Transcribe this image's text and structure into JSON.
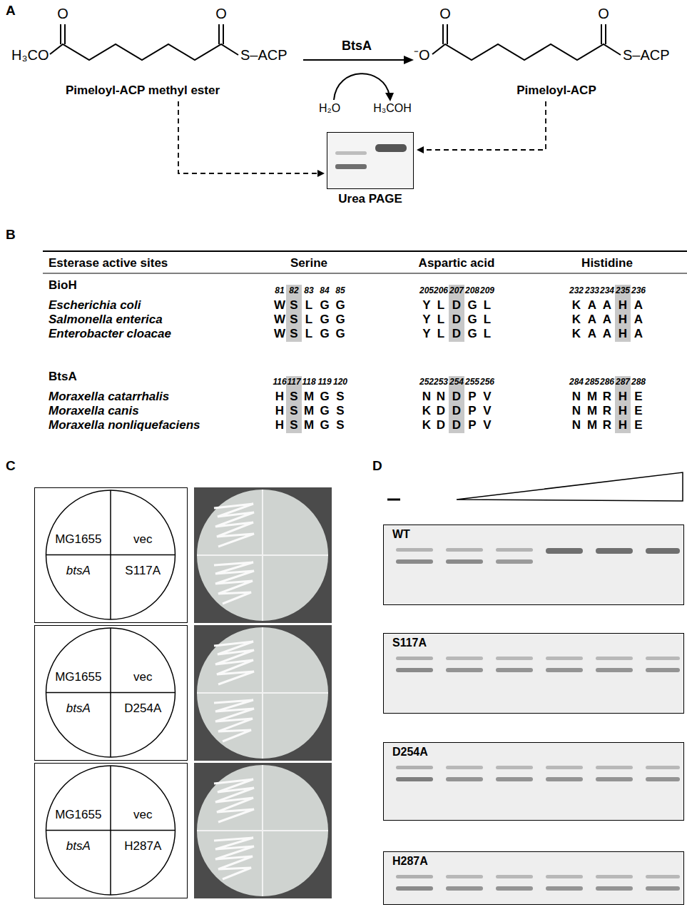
{
  "diagram": {
    "nodes": [
      {
        "text": [
          "Urea PAGE"
        ]
      },
      {
        "text": [
          "MG1655",
          "vec",
          "btsA",
          "S117A"
        ]
      },
      {
        "text": [
          "MG1655",
          "vec",
          "btsA",
          "D254A"
        ]
      },
      {
        "text": [
          "MG1655",
          "vec",
          "btsA",
          "H287A"
        ]
      },
      {
        "text": [
          "WT"
        ]
      },
      {
        "text": [
          "S117A"
        ]
      },
      {
        "text": [
          "D254A"
        ]
      },
      {
        "text": [
          "H287A"
        ]
      }
    ],
    "labels": [
      "A",
      "B",
      "C",
      "D",
      "O",
      "O",
      "H₃CO",
      "S–ACP",
      "BtsA",
      "H₂O",
      "H₃COH",
      "O",
      "O",
      "⁻O",
      "S–ACP",
      "Pimeloyl-ACP methyl ester",
      "Pimeloyl-ACP",
      "Esterase active sites",
      "Serine",
      "Aspartic acid",
      "Histidine",
      "BioH",
      "81",
      "82",
      "83",
      "84",
      "85",
      "205",
      "206",
      "207",
      "208",
      "209",
      "232",
      "233",
      "234",
      "235",
      "236",
      "Escherichia coli",
      "W",
      "S",
      "L",
      "G",
      "G",
      "Y",
      "L",
      "D",
      "G",
      "L",
      "K",
      "A",
      "A",
      "H",
      "A",
      "Salmonella enterica",
      "W",
      "S",
      "L",
      "G",
      "G",
      "Y",
      "L",
      "D",
      "G",
      "L",
      "K",
      "A",
      "A",
      "H",
      "A",
      "Enterobacter cloacae",
      "W",
      "S",
      "L",
      "G",
      "G",
      "Y",
      "L",
      "D",
      "G",
      "L",
      "K",
      "A",
      "A",
      "H",
      "A",
      "BtsA",
      "116",
      "117",
      "118",
      "119",
      "120",
      "252",
      "253",
      "254",
      "255",
      "256",
      "284",
      "285",
      "286",
      "287",
      "288",
      "Moraxella catarrhalis",
      "H",
      "S",
      "M",
      "G",
      "S",
      "N",
      "N",
      "D",
      "P",
      "V",
      "N",
      "M",
      "R",
      "H",
      "E",
      "Moraxella canis",
      "H",
      "S",
      "M",
      "G",
      "S",
      "K",
      "D",
      "D",
      "P",
      "V",
      "N",
      "M",
      "R",
      "H",
      "E",
      "Moraxella nonliquefaciens",
      "H",
      "S",
      "M",
      "G",
      "S",
      "K",
      "D",
      "D",
      "P",
      "V",
      "N",
      "M",
      "R",
      "H",
      "E"
    ]
  }
}
